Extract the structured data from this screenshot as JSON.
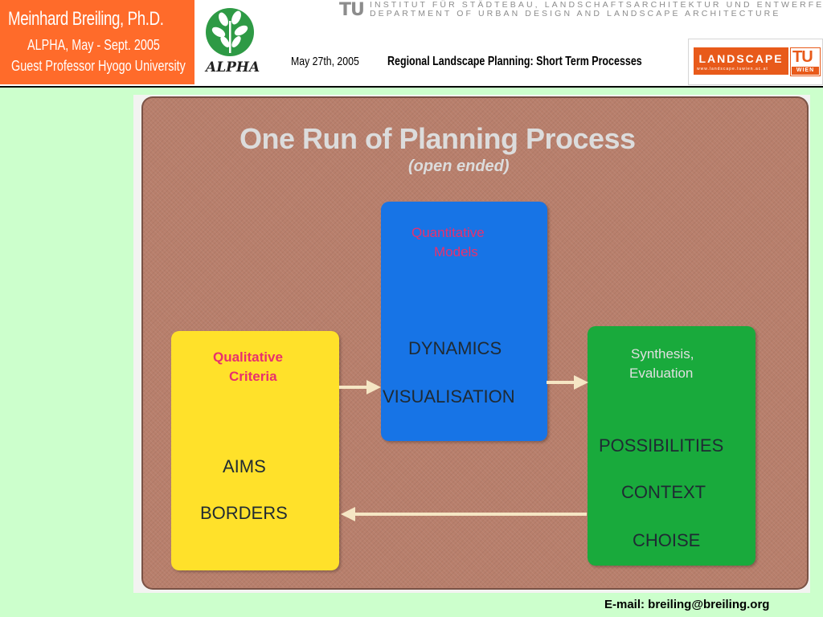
{
  "header": {
    "author_name": "Meinhard Breiling, Ph.D.",
    "author_line2": "ALPHA, May - Sept. 2005",
    "author_line3": "Guest Professor Hyogo University",
    "alpha_logo_text": "ALPHA",
    "institute_line1": "INSTITUT FÜR STÄDTEBAU, LANDSCHAFTSARCHITEKTUR UND ENTWERFEN",
    "institute_line2": "DEPARTMENT OF URBAN DESIGN AND LANDSCAPE ARCHITECTURE",
    "tu_mark": "TU",
    "date": "May 27th, 2005",
    "title": "Regional Landscape Planning: Short Term Processes",
    "landscape_logo_text": "LANDSCAPE",
    "landscape_logo_url": "www.landscape.tuwien.ac.at",
    "landscape_logo_tu": "TU",
    "landscape_logo_wien": "WIEN",
    "colors": {
      "author_box": "#ff6b2a",
      "logo_orange": "#e85a1a"
    }
  },
  "slide": {
    "title": "One Run of Planning Process",
    "subtitle": "(open ended)",
    "boxes": {
      "qualitative": {
        "heading_line1": "Qualitative",
        "heading_line2": "Criteria",
        "term1": "AIMS",
        "term2": "BORDERS",
        "color": "#ffe12a"
      },
      "quantitative": {
        "heading_line1": "Quantitative",
        "heading_line2": "Models",
        "term1": "DYNAMICS",
        "term2": "VISUALISATION",
        "color": "#1774e6"
      },
      "synthesis": {
        "heading_line1": "Synthesis,",
        "heading_line2": "Evaluation",
        "term1": "POSSIBILITIES",
        "term2": "CONTEXT",
        "term3": "CHOISE",
        "color": "#19aa3c"
      }
    },
    "colors": {
      "board": "#b87f6c",
      "arrow": "#f5e6c4",
      "heading_pink": "#e8306e"
    }
  },
  "footer": {
    "email": "E-mail: breiling@breiling.org"
  }
}
